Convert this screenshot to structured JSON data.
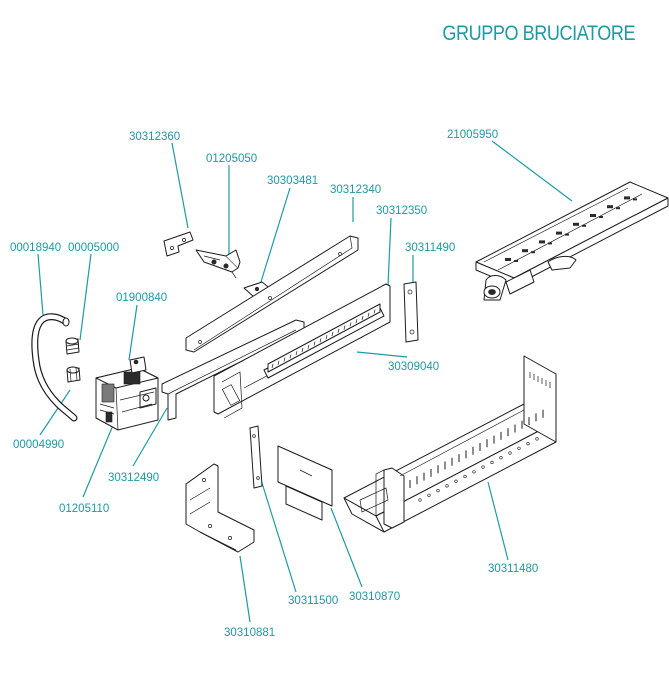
{
  "title": "GRUPPO BRUCIATORE",
  "accent_color": "#1e9aa3",
  "parts": [
    {
      "code": "30312360"
    },
    {
      "code": "01205050"
    },
    {
      "code": "30303481"
    },
    {
      "code": "30312340"
    },
    {
      "code": "30312350"
    },
    {
      "code": "21005950"
    },
    {
      "code": "00018940"
    },
    {
      "code": "00005000"
    },
    {
      "code": "01900840"
    },
    {
      "code": "30311490"
    },
    {
      "code": "30309040"
    },
    {
      "code": "00004990"
    },
    {
      "code": "30312490"
    },
    {
      "code": "01205110"
    },
    {
      "code": "30311480"
    },
    {
      "code": "30311500"
    },
    {
      "code": "30310870"
    },
    {
      "code": "30310881"
    }
  ]
}
